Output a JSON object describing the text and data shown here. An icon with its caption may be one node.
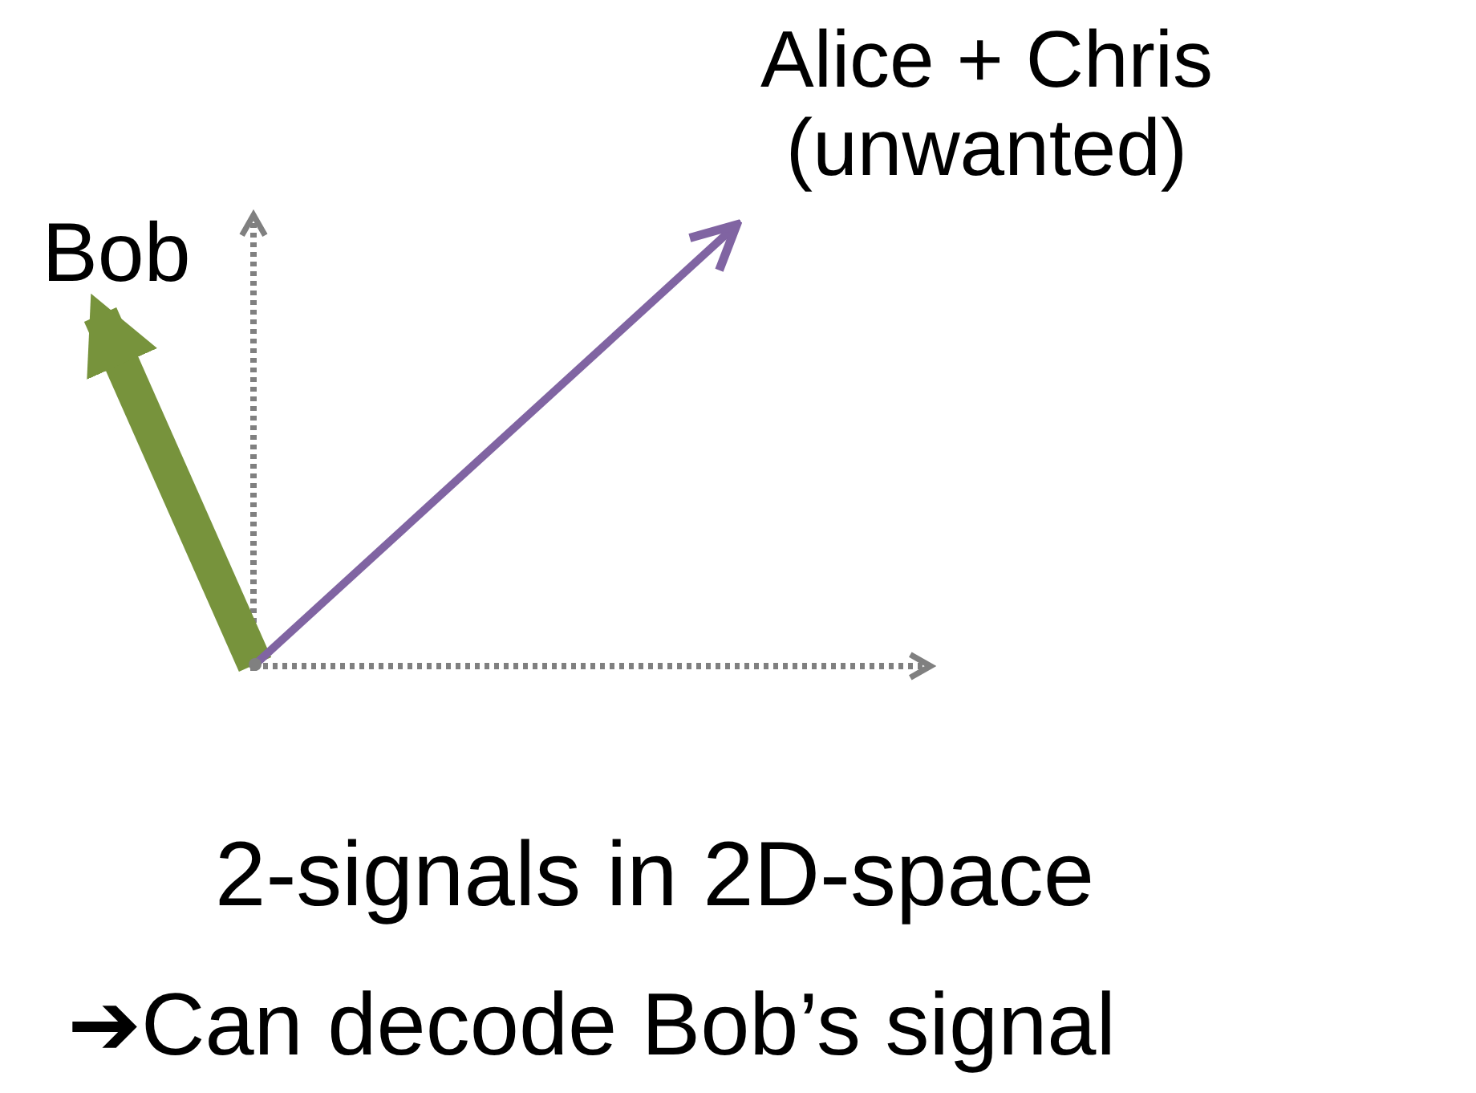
{
  "diagram": {
    "nodes": [
      {
        "text": [
          "Bob"
        ]
      },
      {
        "text": [
          "Alice + Chris (unwanted)"
        ]
      },
      {
        "text": [],
        "shape": "circle"
      }
    ],
    "edges": [
      {
        "from": 2,
        "to": 0,
        "arrow": "to",
        "style": "thick",
        "color": "#77933c"
      },
      {
        "from": 2,
        "to": 1,
        "arrow": "to",
        "color": "#8064a2"
      }
    ],
    "labels": [
      "2-signals in 2D-space",
      "➔Can decode Bob’s signal"
    ]
  }
}
